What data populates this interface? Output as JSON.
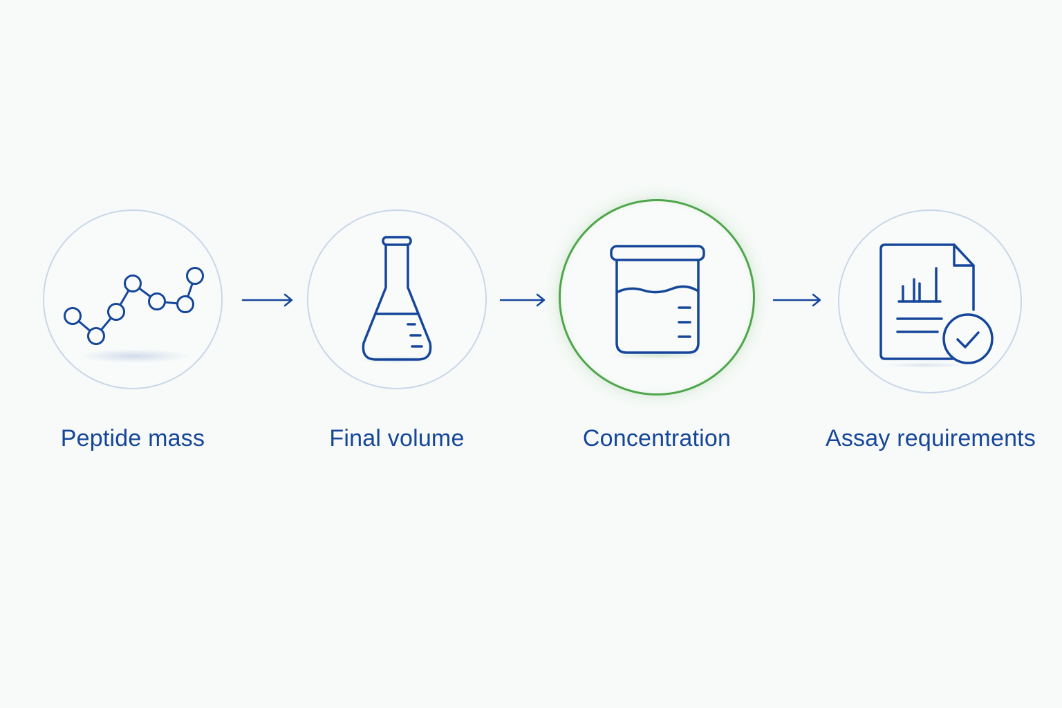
{
  "colors": {
    "background": "#f7faf8",
    "icon_stroke": "#15469a",
    "circle_border": "#c9d6ea",
    "highlight_border": "#4ea64a",
    "label_text": "#15469a"
  },
  "steps": [
    {
      "label": "Peptide mass",
      "icon": "peptide-chain-icon",
      "highlighted": false
    },
    {
      "label": "Final volume",
      "icon": "erlenmeyer-flask-icon",
      "highlighted": false
    },
    {
      "label": "Concentration",
      "icon": "beaker-icon",
      "highlighted": true
    },
    {
      "label": "Assay requirements",
      "icon": "report-check-icon",
      "highlighted": false
    }
  ],
  "connectors": [
    {
      "icon": "right-arrow-icon"
    },
    {
      "icon": "right-arrow-icon"
    },
    {
      "icon": "right-arrow-icon"
    }
  ]
}
